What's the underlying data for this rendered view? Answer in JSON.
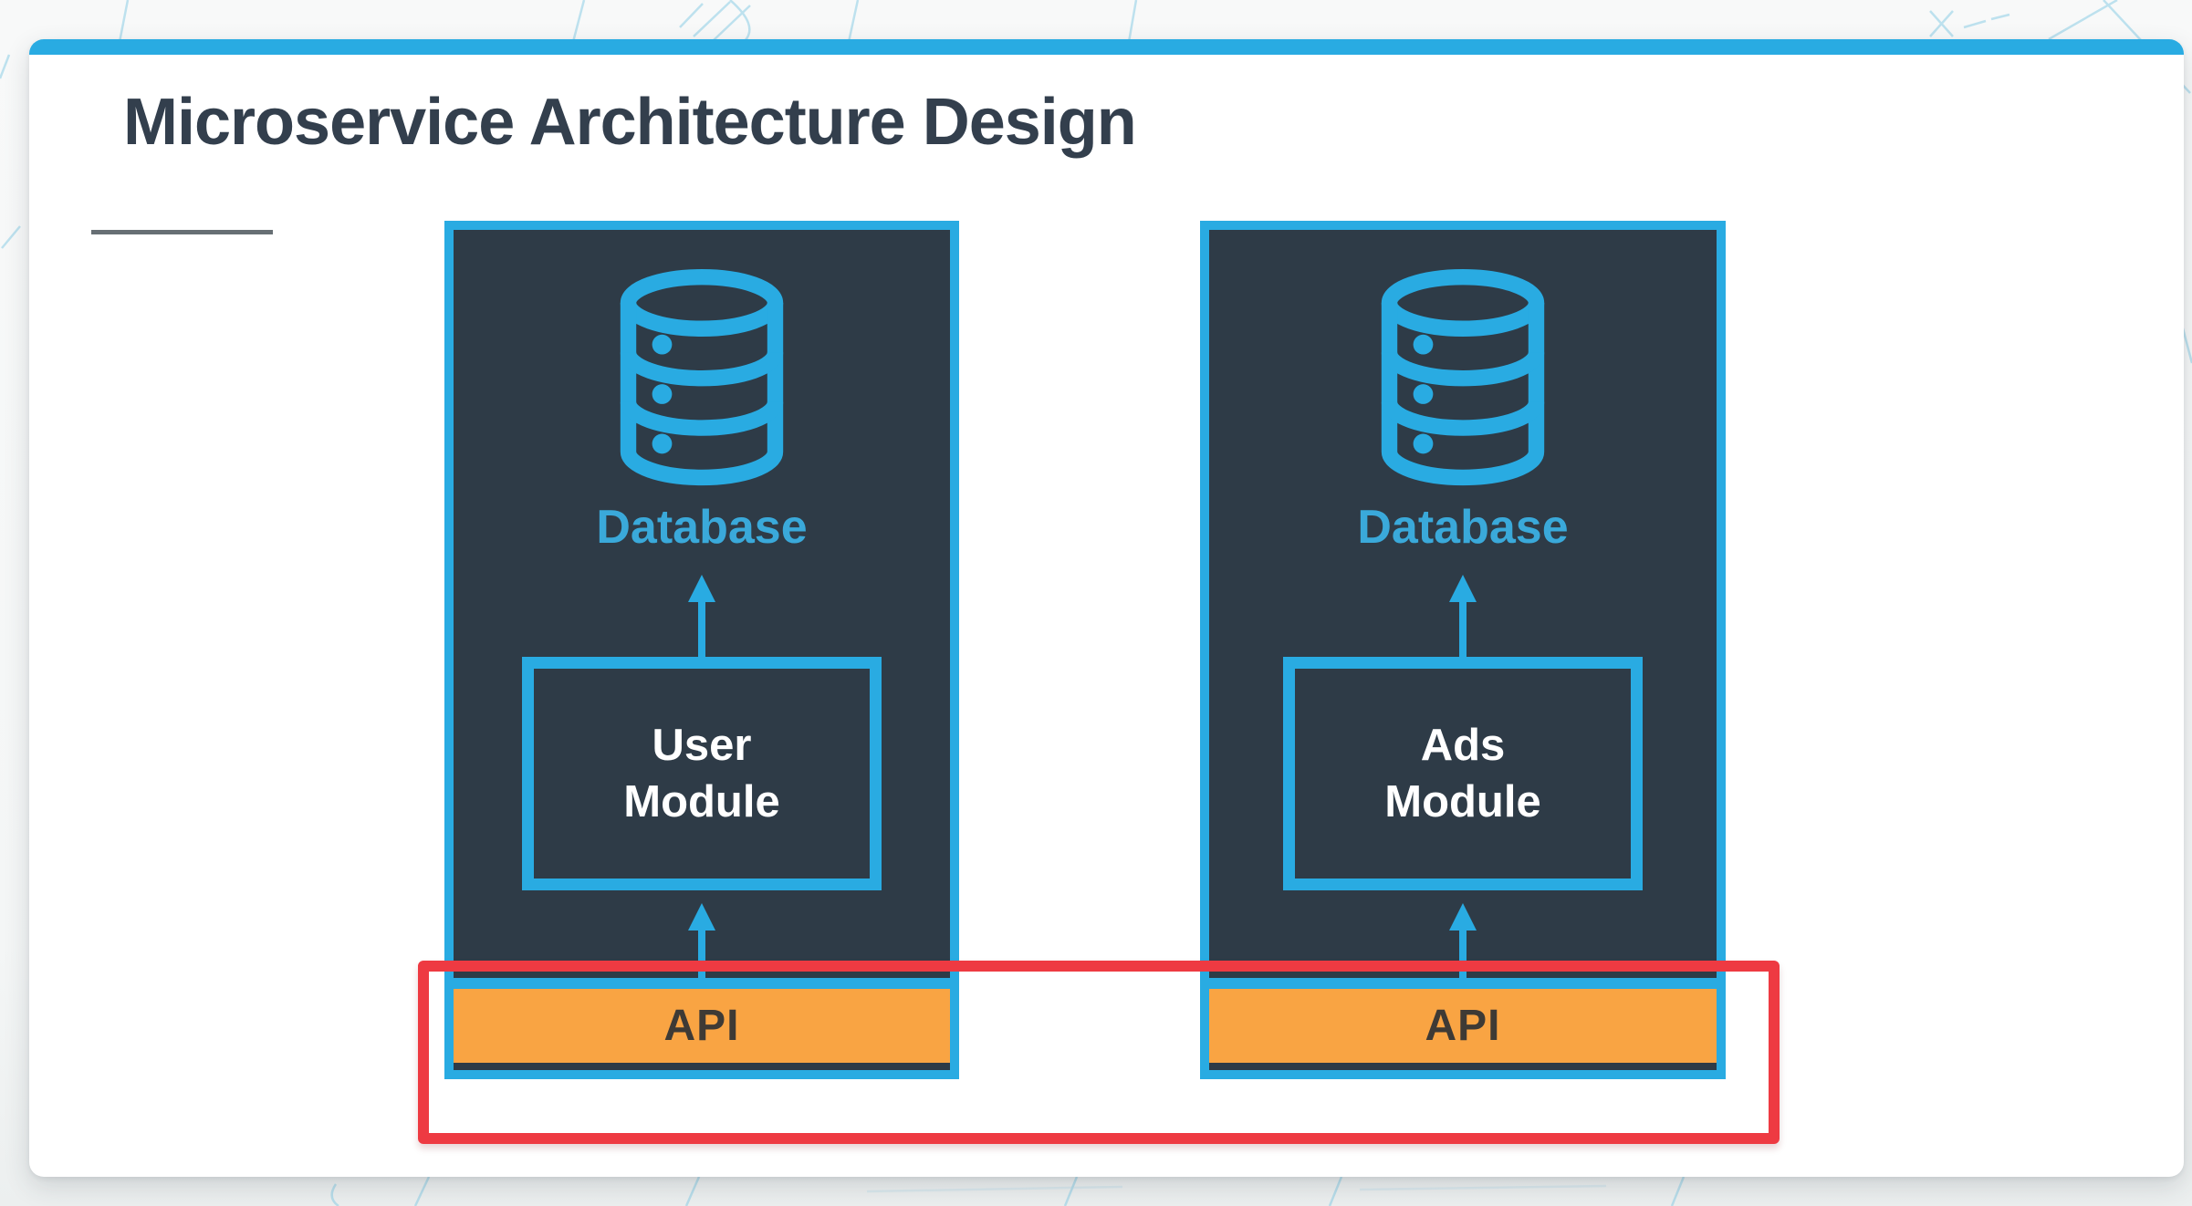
{
  "slide": {
    "title": "Microservice Architecture Design"
  },
  "colors": {
    "accent_cyan": "#29abe2",
    "container_dark": "#2e3b47",
    "api_orange": "#f9a443",
    "highlight_red": "#ee3a42",
    "title_color": "#333f4d",
    "database_label_color": "#3aa9da",
    "module_text_color": "#ffffff",
    "api_text_color": "#3e3a35"
  },
  "diagram": {
    "services": [
      {
        "id": "user-service",
        "database_label": "Database",
        "module_line1": "User",
        "module_line2": "Module",
        "api_label": "API"
      },
      {
        "id": "ads-service",
        "database_label": "Database",
        "module_line1": "Ads",
        "module_line2": "Module",
        "api_label": "API"
      }
    ],
    "icons": {
      "database": "database-icon",
      "arrow": "arrow-up-icon"
    },
    "highlight": {
      "shape": "rectangle",
      "color": "#ee3a42"
    }
  }
}
